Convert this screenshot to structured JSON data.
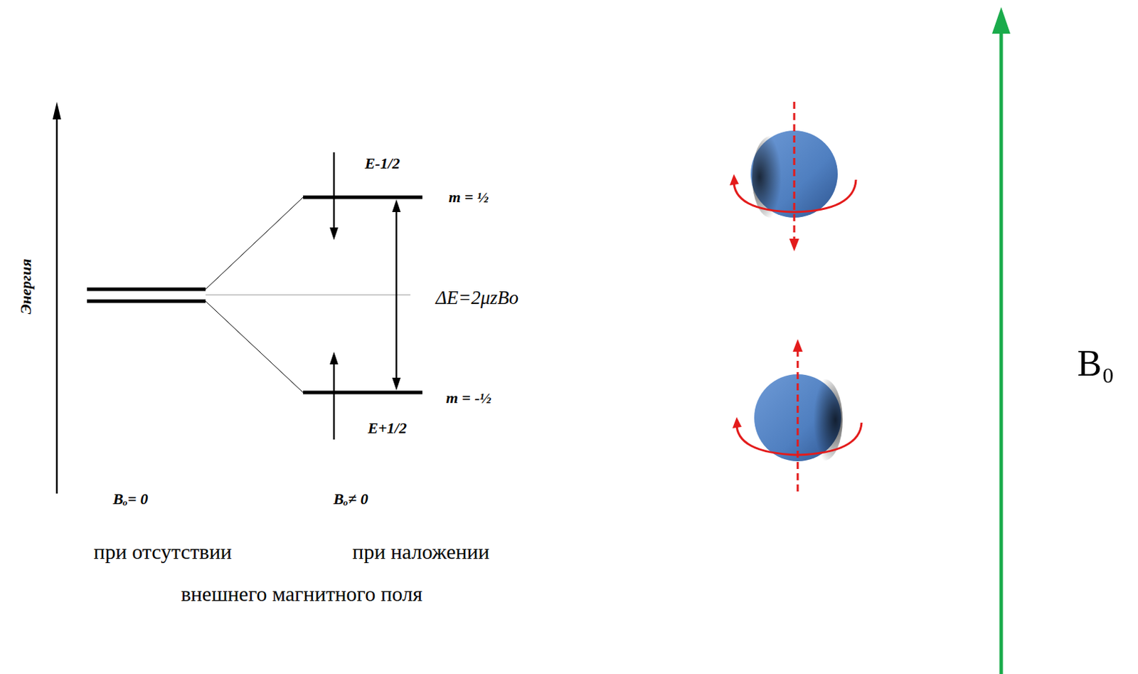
{
  "diagram": {
    "labels": [
      "Энергия",
      "E-1/2",
      "m = ½",
      "ΔE=2μzBo",
      "m = -½",
      "E+1/2",
      "Bₒ= 0",
      "Bₒ≠ 0",
      "при отсутствии",
      "при наложении",
      "внешнего магнитного поля",
      "B₀"
    ]
  }
}
